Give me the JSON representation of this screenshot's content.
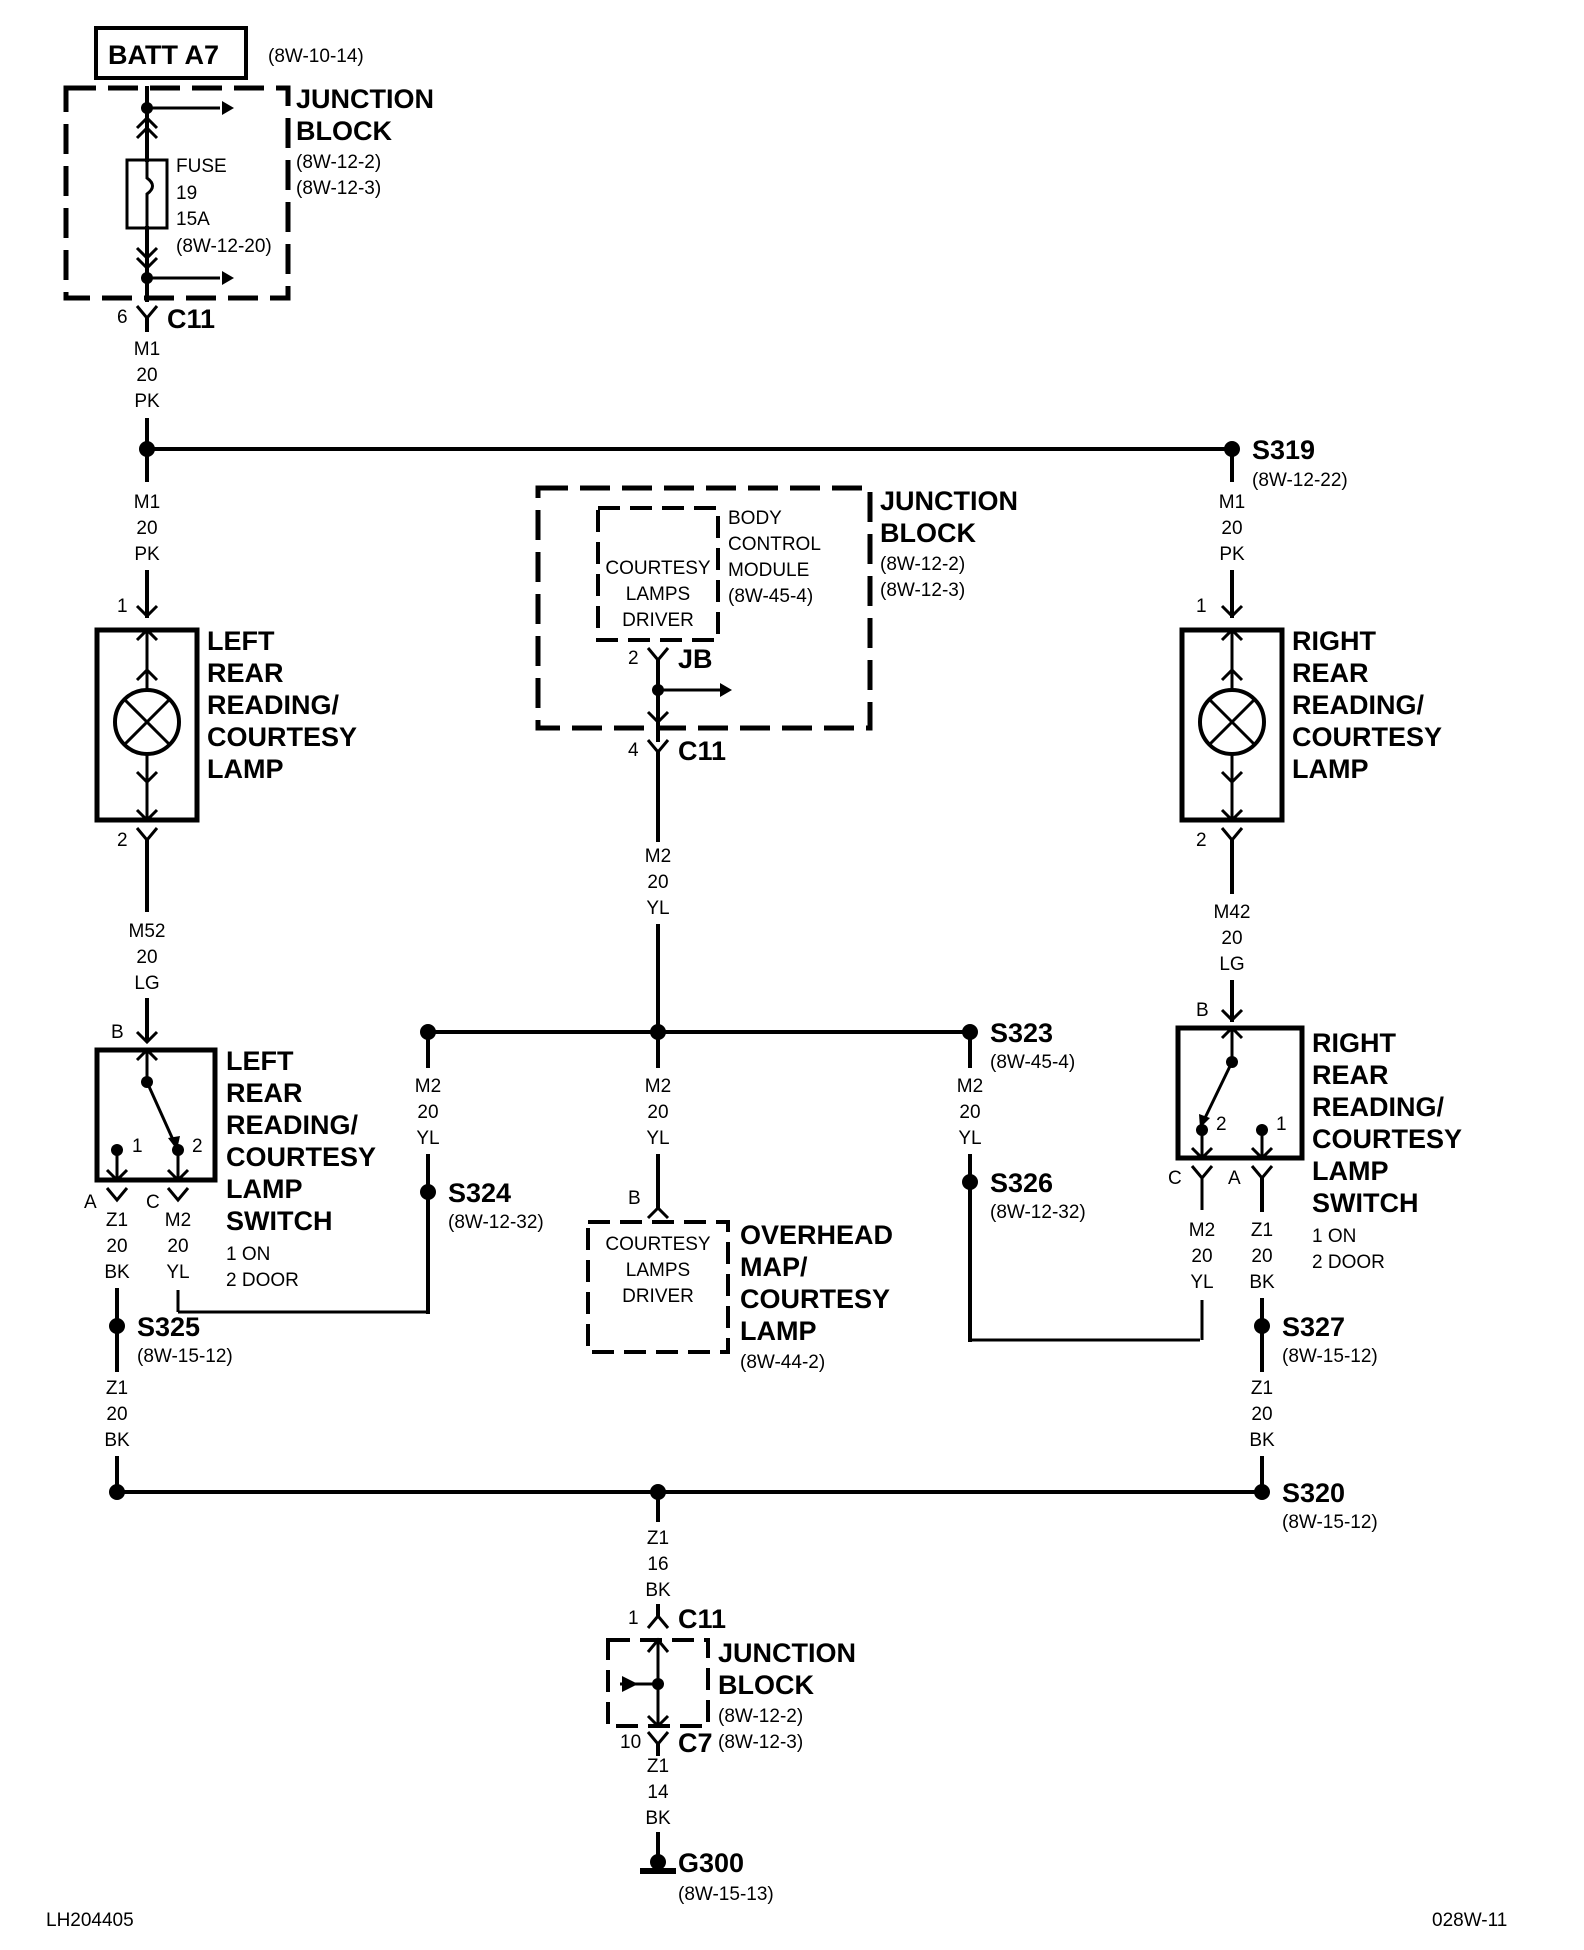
{
  "title_box": "BATT A7",
  "title_ref": "(8W-10-14)",
  "top_jb": {
    "title1": "JUNCTION",
    "title2": "BLOCK",
    "ref1": "(8W-12-2)",
    "ref2": "(8W-12-3)"
  },
  "fuse": {
    "l1": "FUSE",
    "l2": "19",
    "l3": "15A",
    "l4": "(8W-12-20)"
  },
  "c11_top": {
    "pin": "6",
    "name": "C11"
  },
  "wire_m1a": {
    "c": "M1",
    "g": "20",
    "col": "PK"
  },
  "wire_m1b": {
    "c": "M1",
    "g": "20",
    "col": "PK"
  },
  "wire_m1c": {
    "c": "M1",
    "g": "20",
    "col": "PK"
  },
  "s319": {
    "name": "S319",
    "ref": "(8W-12-22)"
  },
  "mid_jb": {
    "title1": "JUNCTION",
    "title2": "BLOCK",
    "ref1": "(8W-12-2)",
    "ref2": "(8W-12-3)"
  },
  "bcm": {
    "l1": "BODY",
    "l2": "CONTROL",
    "l3": "MODULE",
    "l4": "(8W-45-4)",
    "d1": "COURTESY",
    "d2": "LAMPS",
    "d3": "DRIVER",
    "pin": "2",
    "jb": "JB"
  },
  "c11_mid": {
    "pin": "4",
    "name": "C11"
  },
  "left_lamp": {
    "l1": "LEFT",
    "l2": "REAR",
    "l3": "READING/",
    "l4": "COURTESY",
    "l5": "LAMP",
    "pin1": "1",
    "pin2": "2"
  },
  "right_lamp": {
    "l1": "RIGHT",
    "l2": "REAR",
    "l3": "READING/",
    "l4": "COURTESY",
    "l5": "LAMP",
    "pin1": "1",
    "pin2": "2"
  },
  "wire_m52": {
    "c": "M52",
    "g": "20",
    "col": "LG"
  },
  "wire_m42": {
    "c": "M42",
    "g": "20",
    "col": "LG"
  },
  "wire_m2_top": {
    "c": "M2",
    "g": "20",
    "col": "YL"
  },
  "wire_m2_mid": {
    "c": "M2",
    "g": "20",
    "col": "YL"
  },
  "wire_m2_left": {
    "c": "M2",
    "g": "20",
    "col": "YL"
  },
  "wire_m2_right": {
    "c": "M2",
    "g": "20",
    "col": "YL"
  },
  "wire_m2_lsw": {
    "c": "M2",
    "g": "20",
    "col": "YL"
  },
  "wire_m2_rsw": {
    "c": "M2",
    "g": "20",
    "col": "YL"
  },
  "s323": {
    "name": "S323",
    "ref": "(8W-45-4)"
  },
  "s324": {
    "name": "S324",
    "ref": "(8W-12-32)"
  },
  "s326": {
    "name": "S326",
    "ref": "(8W-12-32)"
  },
  "left_switch": {
    "l1": "LEFT",
    "l2": "REAR",
    "l3": "READING/",
    "l4": "COURTESY",
    "l5": "LAMP",
    "l6": "SWITCH",
    "n1": "1 ON",
    "n2": "2 DOOR",
    "pB": "B",
    "pA": "A",
    "pC": "C",
    "p1": "1",
    "p2": "2"
  },
  "right_switch": {
    "l1": "RIGHT",
    "l2": "REAR",
    "l3": "READING/",
    "l4": "COURTESY",
    "l5": "LAMP",
    "l6": "SWITCH",
    "n1": "1 ON",
    "n2": "2 DOOR",
    "pB": "B",
    "pA": "A",
    "pC": "C",
    "p1": "1",
    "p2": "2"
  },
  "overhead": {
    "l1": "OVERHEAD",
    "l2": "MAP/",
    "l3": "COURTESY",
    "l4": "LAMP",
    "ref": "(8W-44-2)",
    "d1": "COURTESY",
    "d2": "LAMPS",
    "d3": "DRIVER",
    "pin": "B"
  },
  "wire_z1_l": {
    "c": "Z1",
    "g": "20",
    "col": "BK"
  },
  "wire_z1_r": {
    "c": "Z1",
    "g": "20",
    "col": "BK"
  },
  "wire_z1_l2": {
    "c": "Z1",
    "g": "20",
    "col": "BK"
  },
  "wire_z1_r2": {
    "c": "Z1",
    "g": "20",
    "col": "BK"
  },
  "s325": {
    "name": "S325",
    "ref": "(8W-15-12)"
  },
  "s327": {
    "name": "S327",
    "ref": "(8W-15-12)"
  },
  "s320": {
    "name": "S320",
    "ref": "(8W-15-12)"
  },
  "wire_z1_16": {
    "c": "Z1",
    "g": "16",
    "col": "BK"
  },
  "c11_bot": {
    "pin": "1",
    "name": "C11"
  },
  "bot_jb": {
    "title1": "JUNCTION",
    "title2": "BLOCK",
    "ref1": "(8W-12-2)",
    "ref2": "(8W-12-3)"
  },
  "c7": {
    "pin": "10",
    "name": "C7"
  },
  "wire_z1_14": {
    "c": "Z1",
    "g": "14",
    "col": "BK"
  },
  "g300": {
    "name": "G300",
    "ref": "(8W-15-13)"
  },
  "footer": {
    "left": "LH204405",
    "right": "028W-11"
  }
}
